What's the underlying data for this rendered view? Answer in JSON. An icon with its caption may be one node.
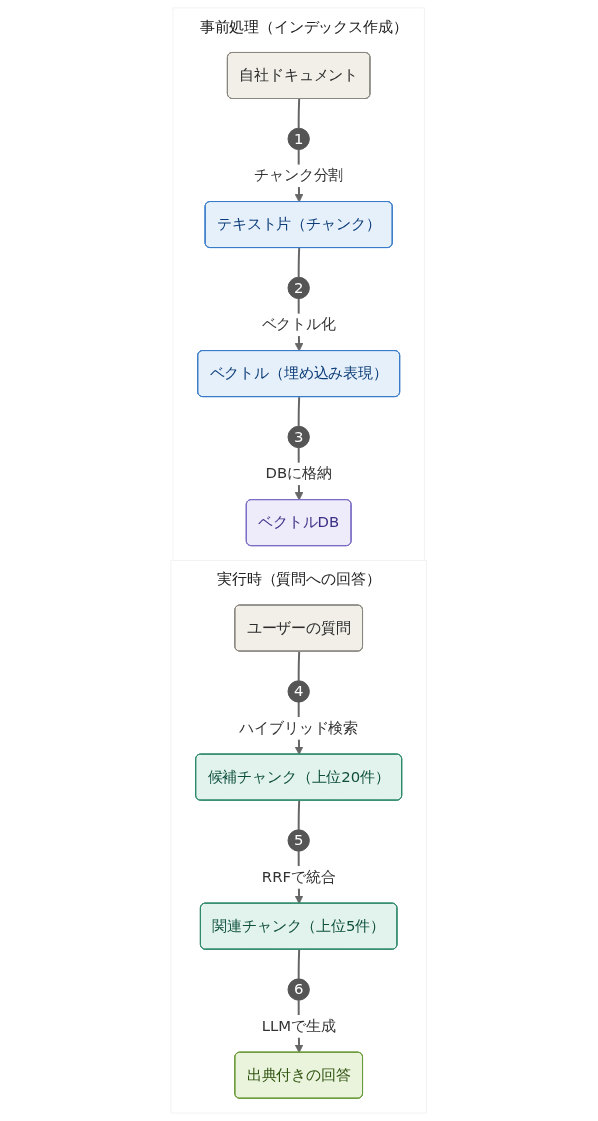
{
  "diagram": {
    "nodes": [
      {
        "text": [
          "事前処理（インデックス作成）"
        ]
      },
      {
        "text": [
          "自社ドキュメント"
        ],
        "in": 0
      },
      {
        "text": [
          "1"
        ],
        "in": 0
      },
      {
        "text": [
          "テキスト片（チャンク）"
        ],
        "in": 0
      },
      {
        "text": [
          "2"
        ],
        "in": 0
      },
      {
        "text": [
          "ベクトル（埋め込み表現）"
        ],
        "in": 0
      },
      {
        "text": [
          "3"
        ],
        "in": 0
      },
      {
        "text": [
          "ベクトルDB"
        ],
        "in": 0
      },
      {
        "text": [
          "実行時（質問への回答）"
        ]
      },
      {
        "text": [
          "ユーザーの質問"
        ],
        "in": 8
      },
      {
        "text": [
          "4"
        ],
        "in": 8
      },
      {
        "text": [
          "候補チャンク（上位20件）"
        ],
        "in": 8
      },
      {
        "text": [
          "5"
        ],
        "in": 8
      },
      {
        "text": [
          "関連チャンク（上位5件）"
        ],
        "in": 8
      },
      {
        "text": [
          "6"
        ],
        "in": 8
      },
      {
        "text": [
          "出典付きの回答"
        ],
        "in": 8
      }
    ],
    "edges": [
      {
        "from": 1,
        "to": 2,
        "arrow": "none"
      },
      {
        "from": 2,
        "to": 3,
        "arrow": "to",
        "label": "チャンク分割"
      },
      {
        "from": 3,
        "to": 4,
        "arrow": "none"
      },
      {
        "from": 4,
        "to": 5,
        "arrow": "to",
        "label": "ベクトル化"
      },
      {
        "from": 5,
        "to": 6,
        "arrow": "none"
      },
      {
        "from": 6,
        "to": 7,
        "arrow": "to",
        "label": "DBに格納"
      },
      {
        "from": 9,
        "to": 10,
        "arrow": "none"
      },
      {
        "from": 10,
        "to": 11,
        "arrow": "to",
        "label": "ハイブリッド検索"
      },
      {
        "from": 11,
        "to": 12,
        "arrow": "none"
      },
      {
        "from": 12,
        "to": 13,
        "arrow": "to",
        "label": "RRFで統合"
      },
      {
        "from": 13,
        "to": 14,
        "arrow": "none"
      },
      {
        "from": 14,
        "to": 15,
        "arrow": "to",
        "label": "LLMで生成"
      }
    ]
  }
}
